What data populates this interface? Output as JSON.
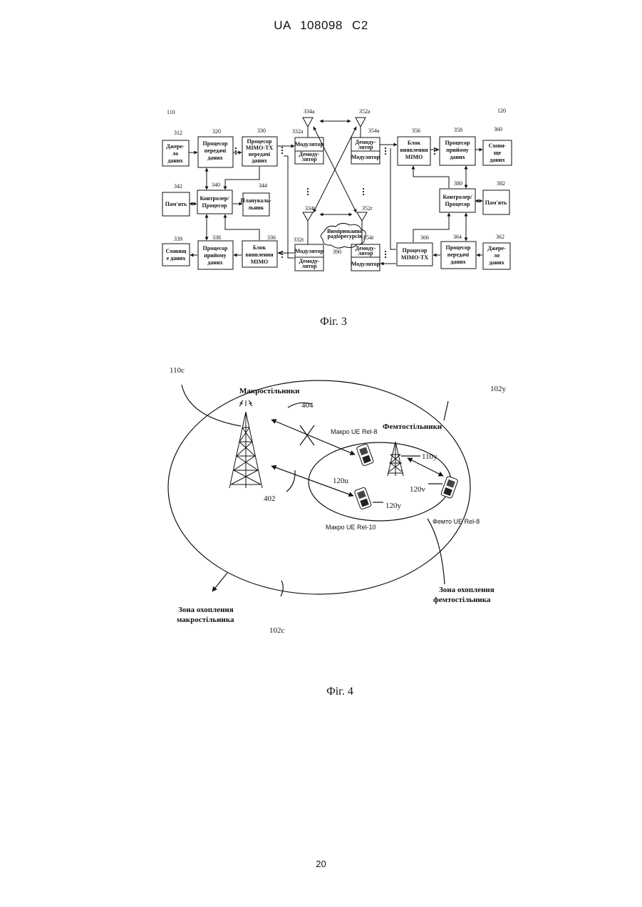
{
  "header": {
    "patent": "UA 108098 C2"
  },
  "fig3": {
    "caption": "Фіг. 3",
    "refs": {
      "r110": "110",
      "r120": "120",
      "r312": "312",
      "r320": "320",
      "r330": "330",
      "r332a": "332a",
      "r334a": "334a",
      "r352a": "352a",
      "r354a": "354a",
      "r356": "356",
      "r358": "358",
      "r360": "360",
      "r342": "342",
      "r340": "340",
      "r344": "344",
      "r380": "380",
      "r382": "382",
      "r334t": "334t",
      "r352r": "352r",
      "r339": "339",
      "r338": "338",
      "r336": "336",
      "r332t": "332t",
      "r354r": "354r",
      "r366": "366",
      "r364": "364",
      "r362": "362",
      "r390": "390"
    },
    "blocks": {
      "src_left": [
        "Джере-",
        "ло",
        "даних"
      ],
      "tx_proc_left": [
        "Процесор",
        "передачі",
        "даних"
      ],
      "mimo_tx_left": [
        "Процесор",
        "MIMO-TX",
        "передачі",
        "даних"
      ],
      "mod_a": "Модулятор",
      "demod_a": [
        "Демоду-",
        "лятор"
      ],
      "demod_ra": [
        "Демоду-",
        "лятор"
      ],
      "mod_ra": "Модулятор",
      "detect_right": [
        "Блок",
        "виявлення",
        "MIMO"
      ],
      "rx_proc_right": [
        "Процесор",
        "прийому",
        "даних"
      ],
      "sink_right": [
        "Схови-",
        "ще",
        "даних"
      ],
      "mem_left": "Пам'ять",
      "ctrl_left": [
        "Контролер/",
        "Процесор"
      ],
      "sched": [
        "Плануваль-",
        "льник"
      ],
      "ctrl_right": [
        "Контролер/",
        "Процесор"
      ],
      "mem_right": "Пам'ять",
      "sink_left": [
        "Сховищ",
        "е даних"
      ],
      "rx_proc_left": [
        "Процесор",
        "прийому",
        "даних"
      ],
      "detect_left": [
        "Блок",
        "виявлення",
        "MIMO"
      ],
      "mod_t": "Модулятор",
      "demod_t": [
        "Демоду-",
        "лятор"
      ],
      "demod_rr": [
        "Демоду-",
        "лятор"
      ],
      "mod_rr": "Модулятор",
      "mimo_tx_right": [
        "Процесор",
        "MIMO-TX"
      ],
      "tx_proc_right": [
        "Процесор",
        "передачі",
        "даних"
      ],
      "src_right": [
        "Джере-",
        "ло",
        "даних"
      ],
      "cloud": [
        "Вимірювання",
        "радіоресурсів"
      ]
    }
  },
  "fig4": {
    "caption": "Фіг. 4",
    "macro_cell": "Макростільники",
    "femto_cell": "Фемтостільники",
    "macro_zone": [
      "Зона охоплення",
      "макростільника"
    ],
    "femto_zone": [
      "Зона охоплення",
      "фемтостільника"
    ],
    "macro_ue_rel8": "Макро UE Rel-8",
    "macro_ue_rel10": "Макро UE Rel-10",
    "femto_ue_rel8": "Фемто UE Rel-8",
    "refs": {
      "r110c": "110c",
      "r102y": "102y",
      "r404": "404",
      "r110y": "110y",
      "r120u": "120u",
      "r120v": "120v",
      "r402": "402",
      "r120y": "120y",
      "r102c": "102c"
    }
  },
  "page_number": "20"
}
